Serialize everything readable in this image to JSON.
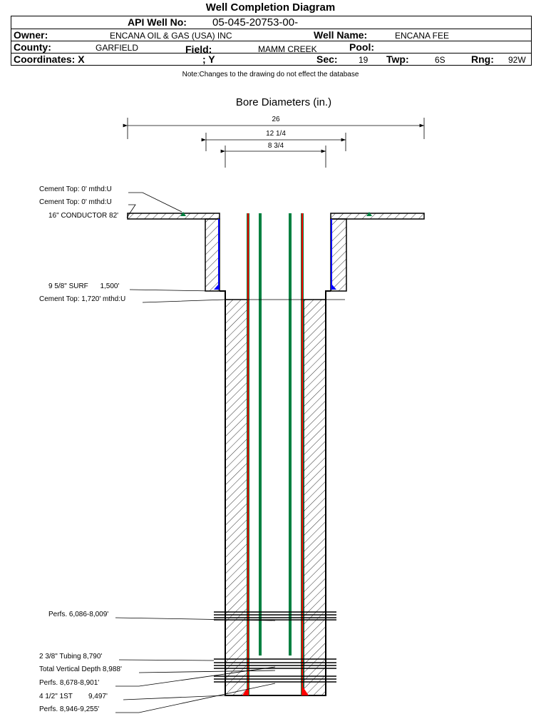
{
  "title": "Well Completion Diagram",
  "header": {
    "api_label": "API Well No:",
    "api_value": "05-045-20753-00-",
    "owner_label": "Owner:",
    "owner_value": "ENCANA OIL & GAS (USA) INC",
    "well_name_label": "Well Name:",
    "well_name_value": "ENCANA FEE",
    "county_label": "County:",
    "county_value": "GARFIELD",
    "field_label": "Field:",
    "field_value": "MAMM CREEK",
    "pool_label": "Pool:",
    "coords_label": "Coordinates: X",
    "y_label": "; Y",
    "sec_label": "Sec:",
    "sec_value": "19",
    "twp_label": "Twp:",
    "twp_value": "6S",
    "rng_label": "Rng:",
    "rng_value": "92W"
  },
  "note": "Note:Changes to the drawing do not effect the database",
  "bore": {
    "title": "Bore Diameters (in.)",
    "d1": "26",
    "d2": "12 1/4",
    "d3": "8 3/4"
  },
  "labels": {
    "cement1": "Cement Top: 0' mthd:U",
    "cement2": "Cement Top: 0' mthd:U",
    "conductor": "16\" CONDUCTOR  82'",
    "surf": "9 5/8\" SURF      1,500'",
    "cement3": "Cement Top: 1,720' mthd:U",
    "perfs1": "Perfs. 6,086-8,009'",
    "tubing": "2 3/8\" Tubing 8,790'",
    "tvd": "Total Vertical Depth 8,988'",
    "perfs2": "Perfs. 8,678-8,901'",
    "prod": "4 1/2\" 1ST        9,497'",
    "perfs3": "Perfs. 8,946-9,255'"
  },
  "colors": {
    "casing": "#ff0000",
    "tubing": "#008040",
    "cement_surface": "#0000ff"
  }
}
